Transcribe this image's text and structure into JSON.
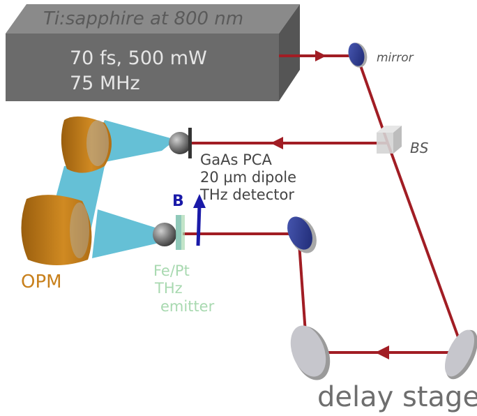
{
  "laser": {
    "title": "Ti:sapphire at 800 nm",
    "line1": "70 fs, 500 mW",
    "line2": "75 MHz"
  },
  "labels": {
    "mirror": "mirror",
    "beamsplitter": "BS",
    "detector_line1": "GaAs PCA",
    "detector_line2": "20 µm dipole",
    "detector_line3": "THz detector",
    "field": "B",
    "emitter_line1": "Fe/Pt",
    "emitter_line2": "THz",
    "emitter_line3": "emitter",
    "opm": "OPM",
    "delay": "delay stage"
  },
  "colors": {
    "laser_box": "#6b6b6b",
    "laser_text": "#e6e6e6",
    "beam": "#a11d24",
    "mirror": "#2b3a8f",
    "thz_beam": "#29a8c6",
    "opm": "#c8801c",
    "emitter_text": "#a8d9b0",
    "field_arrow": "#1a1aa8",
    "label_gray": "#555555",
    "delay_text": "#6e6e6e"
  }
}
